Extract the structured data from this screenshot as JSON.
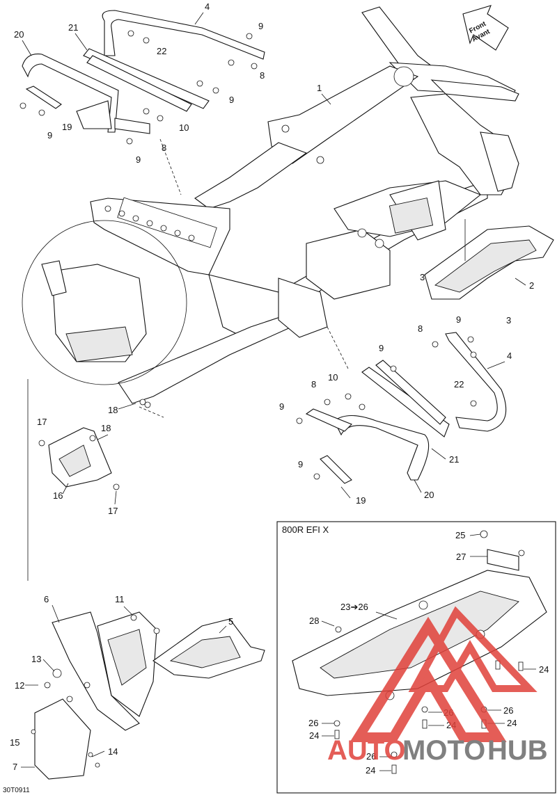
{
  "direction_label": {
    "line1": "Front",
    "line2": "Avant"
  },
  "inset_title": "800R EFI X",
  "callouts": {
    "c1": "1",
    "c2": "2",
    "c3": "3",
    "c4": "4",
    "c5": "5",
    "c6": "6",
    "c7": "7",
    "c8": "8",
    "c9": "9",
    "c10": "10",
    "c11": "11",
    "c12": "12",
    "c13": "13",
    "c14": "14",
    "c15": "15",
    "c16": "16",
    "c17": "17",
    "c18": "18",
    "c19": "19",
    "c20": "20",
    "c21": "21",
    "c22": "22",
    "c23_26": "23➔26",
    "c24": "24",
    "c25": "25",
    "c26": "26",
    "c27": "27",
    "c28": "28"
  },
  "drawing_code": "30T0911",
  "watermark": {
    "part1": "AUTO",
    "part2": "MOTO",
    "part3": "HUB",
    "color_red": "#e0413a",
    "color_gray": "#6b6b6b"
  }
}
